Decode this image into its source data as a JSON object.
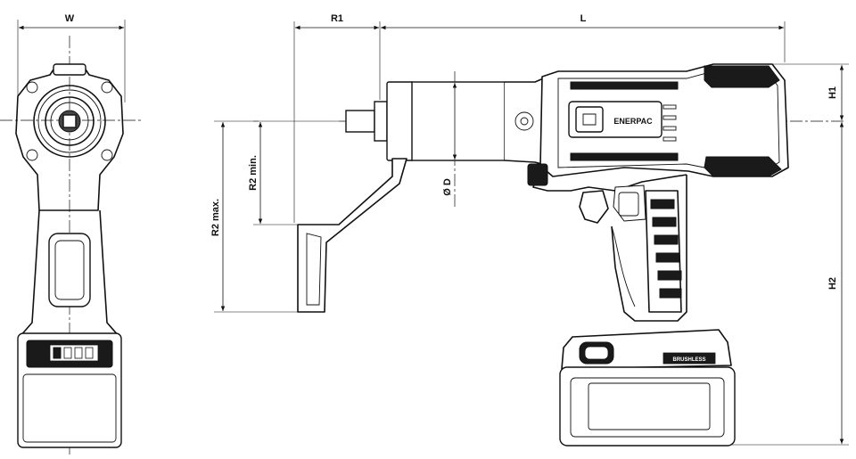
{
  "dimensions": {
    "width": "W",
    "radius1": "R1",
    "length": "L",
    "height1": "H1",
    "height2": "H2",
    "radius2_min": "R2 min.",
    "radius2_max": "R2 max.",
    "diameter": "Ø D"
  },
  "brand": {
    "logo_text": "ENERPAC",
    "battery_badge": "BRUSHLESS"
  }
}
